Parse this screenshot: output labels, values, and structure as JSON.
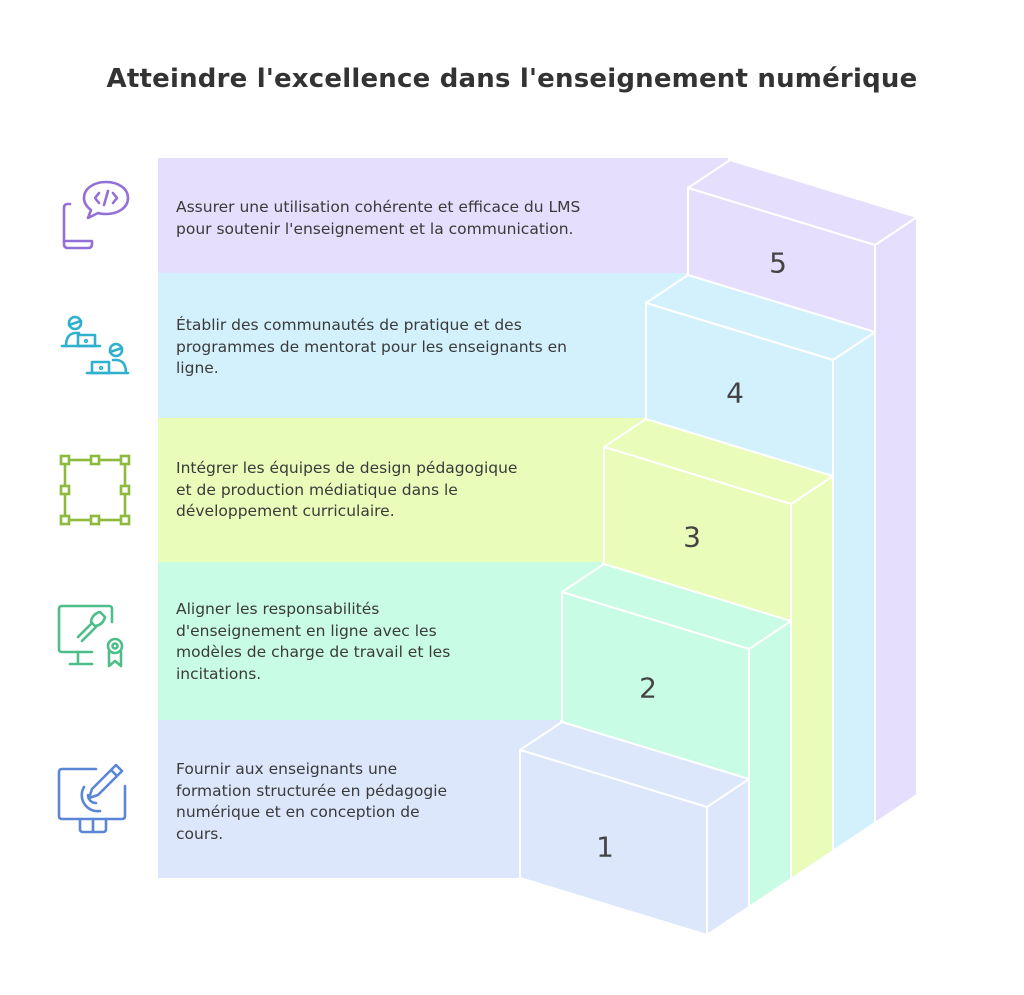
{
  "title": "Atteindre l'excellence dans l'enseignement numérique",
  "colors": {
    "step1": "#DCE7FC",
    "step2": "#C9FCE4",
    "step3": "#EAFCB9",
    "step4": "#D3F1FD",
    "step5": "#E5DEFC",
    "icon1": "#5B86D6",
    "icon2": "#4DBE8A",
    "icon3": "#8DBA3C",
    "icon4": "#2FB0CC",
    "icon5": "#9370D8"
  },
  "steps": [
    {
      "number": "1",
      "icon": "digital-drawing-tablet-icon",
      "lines": [
        "Fournir aux enseignants une",
        "formation structurée en pédagogie",
        "numérique et en conception de",
        "cours."
      ]
    },
    {
      "number": "2",
      "icon": "monitor-brush-award-icon",
      "lines": [
        "Aligner les responsabilités",
        "d'enseignement en ligne avec les",
        "modèles de charge de travail et les",
        "incitations."
      ]
    },
    {
      "number": "3",
      "icon": "selection-frame-icon",
      "lines": [
        "Intégrer les équipes de design pédagogique",
        "et de production médiatique dans le",
        "développement curriculaire."
      ]
    },
    {
      "number": "4",
      "icon": "people-laptops-icon",
      "lines": [
        "Établir des communautés de pratique et des",
        "programmes de mentorat pour les enseignants en",
        "ligne."
      ]
    },
    {
      "number": "5",
      "icon": "mobile-code-chat-icon",
      "lines": [
        "Assurer une utilisation cohérente et efficace du LMS",
        "pour soutenir l'enseignement et la communication."
      ]
    }
  ]
}
